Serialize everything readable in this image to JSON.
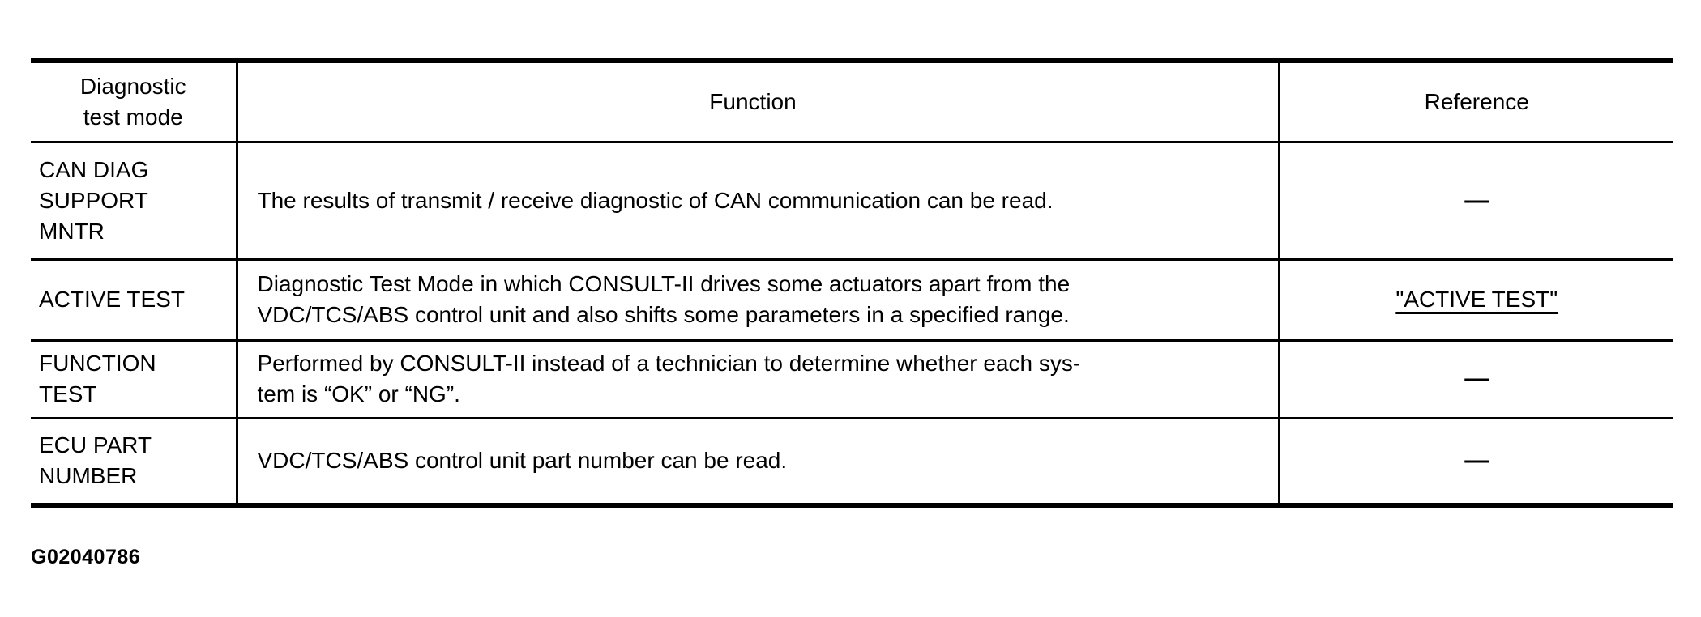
{
  "colors": {
    "text": "#000000",
    "background": "#ffffff",
    "rule": "#000000"
  },
  "table": {
    "headers": {
      "mode": "Diagnostic\ntest mode",
      "function": "Function",
      "reference": "Reference"
    },
    "rows": [
      {
        "mode": "CAN DIAG\nSUPPORT\nMNTR",
        "function": "The results of transmit / receive diagnostic of CAN communication can be read.",
        "reference": "—"
      },
      {
        "mode": "ACTIVE TEST",
        "function": "Diagnostic Test Mode in which CONSULT-II drives some actuators apart from the\nVDC/TCS/ABS control unit and also shifts some parameters in a specified range.",
        "reference": "\"ACTIVE TEST\""
      },
      {
        "mode": "FUNCTION\nTEST",
        "function": "Performed by CONSULT-II instead of a technician to determine whether each sys-\ntem is “OK” or “NG”.",
        "reference": "—"
      },
      {
        "mode": "ECU PART\nNUMBER",
        "function": "VDC/TCS/ABS control unit part number can be read.",
        "reference": "—"
      }
    ]
  },
  "caption": "G02040786"
}
